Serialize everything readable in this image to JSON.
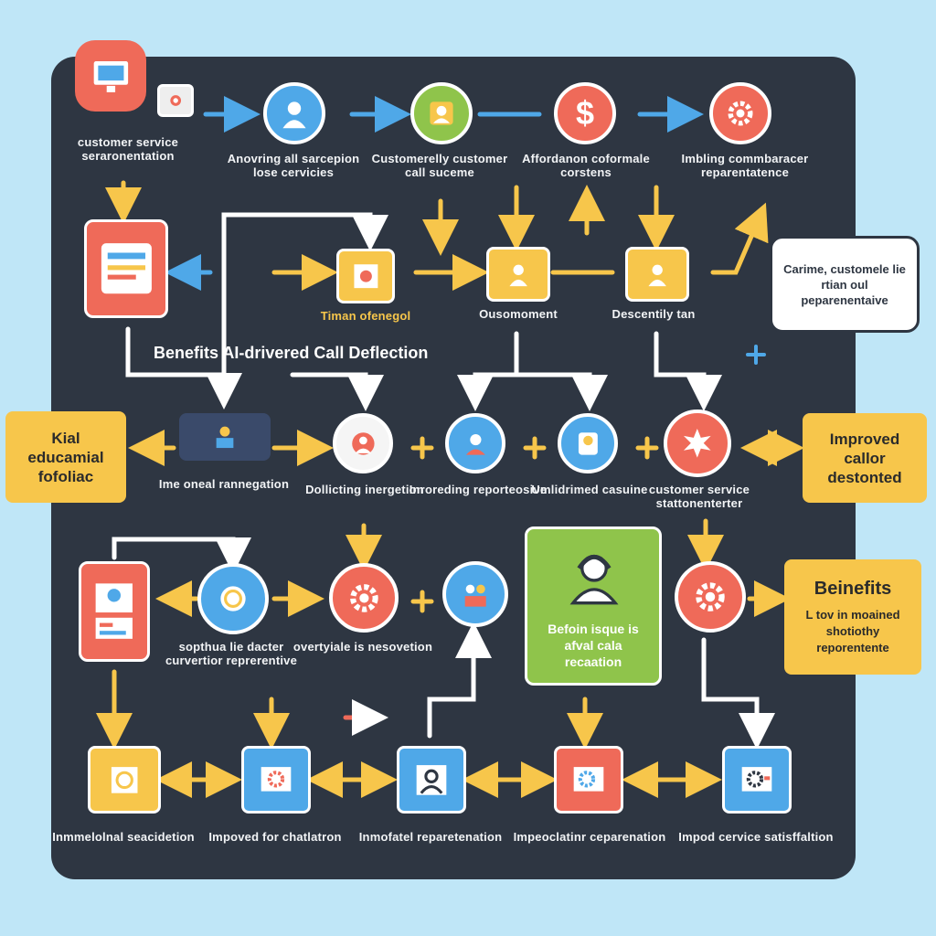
{
  "title": "Benefits AI-drivered Call Deflection",
  "top_row": [
    {
      "label": "customer service seraronentation"
    },
    {
      "label": "Anovring all sarcepion lose cervicies"
    },
    {
      "label": "Customerelly customer call suceme"
    },
    {
      "label": "Affordanon coformale corstens"
    },
    {
      "label": "Imbling commbaracer reparentatence"
    }
  ],
  "row2": [
    {
      "label": "Timan ofenegol"
    },
    {
      "label": "Ousomoment"
    },
    {
      "label": "Descentily tan"
    }
  ],
  "speech_bubble": {
    "text": "Carime, customele lie rtian oul peparenentaive"
  },
  "row3": [
    {
      "label": "Ime oneal rannegation"
    },
    {
      "label": "Dollicting inergetion"
    },
    {
      "label": "Inroreding reporteosive"
    },
    {
      "label": "Umlidrimed casuine"
    },
    {
      "label": "customer service stattonenterter"
    }
  ],
  "left_callout": {
    "text": "Kial educamial fofoliac"
  },
  "right_callout": {
    "text": "Improved callor destonted"
  },
  "row4": [
    {
      "label": "sopthua lie dacter curvertior reprerentive"
    },
    {
      "label": "overtyiale is nesovetion"
    }
  ],
  "green_card": {
    "text": "Befoin isque is afval cala recaation"
  },
  "benefits_callout": {
    "title": "Beinefits",
    "text": "L tov in moained shotiothy reporentente"
  },
  "bottom_row": [
    {
      "label": "Inmmelolnal seacidetion"
    },
    {
      "label": "Impoved for chatlatron"
    },
    {
      "label": "Inmofatel reparetenation"
    },
    {
      "label": "Impeoclatinr ceparenation"
    },
    {
      "label": "Impod cervice satisffaltion"
    }
  ],
  "colors": {
    "board": "#2e3642",
    "accent_yellow": "#f7c64b",
    "accent_blue": "#4fa8e8",
    "accent_red": "#ef6a59",
    "accent_green": "#8fc44b"
  }
}
